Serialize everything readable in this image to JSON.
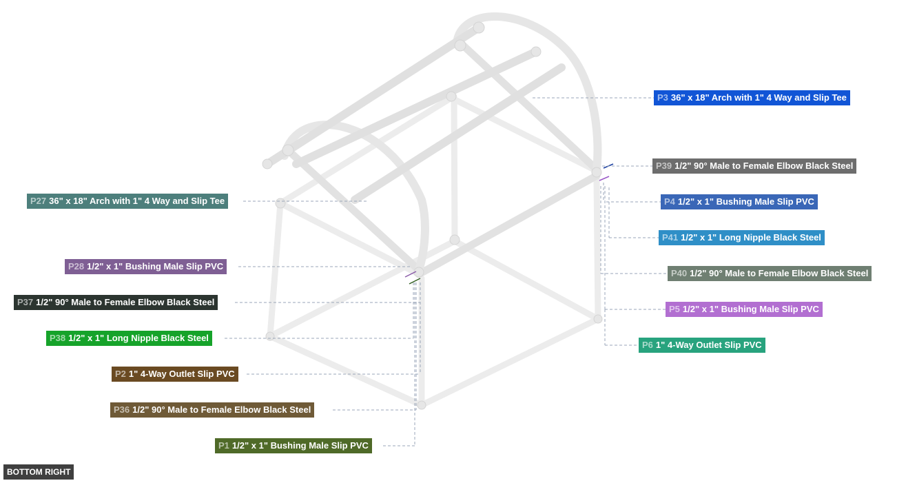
{
  "view": "BOTTOM RIGHT",
  "parts": [
    {
      "id": "P3",
      "name": "36\" x 18\" Arch with 1\" 4 Way and Slip Tee",
      "color": "#1155d6"
    },
    {
      "id": "P39",
      "name": "1/2\" 90° Male to Female Elbow Black Steel",
      "color": "#6d6d6d"
    },
    {
      "id": "P4",
      "name": "1/2\" x 1\" Bushing Male Slip PVC",
      "color": "#3a67b7"
    },
    {
      "id": "P41",
      "name": "1/2\" x 1\" Long Nipple Black Steel",
      "color": "#2f8fc7"
    },
    {
      "id": "P40",
      "name": "1/2\" 90° Male to Female Elbow Black Steel",
      "color": "#6f7f72"
    },
    {
      "id": "P5",
      "name": "1/2\" x 1\" Bushing Male Slip PVC",
      "color": "#b26fd1"
    },
    {
      "id": "P6",
      "name": "1\" 4-Way Outlet Slip PVC",
      "color": "#28a37e"
    },
    {
      "id": "P27",
      "name": "36\" x 18\" Arch with 1\" 4 Way and Slip Tee",
      "color": "#4d7f7c"
    },
    {
      "id": "P28",
      "name": "1/2\" x 1\" Bushing Male Slip PVC",
      "color": "#7f5f94"
    },
    {
      "id": "P37",
      "name": "1/2\" 90° Male to Female Elbow Black Steel",
      "color": "#2c3530"
    },
    {
      "id": "P38",
      "name": "1/2\" x 1\" Long Nipple Black Steel",
      "color": "#16a32a"
    },
    {
      "id": "P2",
      "name": "1\" 4-Way Outlet Slip PVC",
      "color": "#6a4a22"
    },
    {
      "id": "P36",
      "name": "1/2\" 90° Male to Female Elbow Black Steel",
      "color": "#6f5a37"
    },
    {
      "id": "P1",
      "name": "1/2\" x 1\" Bushing Male Slip PVC",
      "color": "#4f6a28"
    }
  ]
}
